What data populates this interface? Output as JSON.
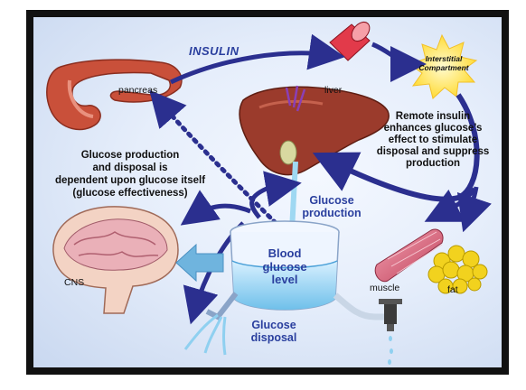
{
  "labels": {
    "insulin": "INSULIN",
    "pancreas": "pancreas",
    "liver": "liver",
    "interstitial_line1": "Interstitial",
    "interstitial_line2": "Compartment",
    "remote_line1": "Remote insulin",
    "remote_line2": "enhances glucose’s",
    "remote_line3": "effect to stimulate",
    "remote_line4": "disposal and suppress",
    "remote_line5": "production",
    "gp_line1": "Glucose production",
    "gp_line2": "and disposal is",
    "gp_line3": "dependent upon glucose itself",
    "gp_line4": "(glucose effectiveness)",
    "production_line1": "Glucose",
    "production_line2": "production",
    "blood_line1": "Blood",
    "blood_line2": "glucose",
    "blood_line3": "level",
    "disposal_line1": "Glucose",
    "disposal_line2": "disposal",
    "cns": "CNS",
    "muscle": "muscle",
    "fat": "fat"
  },
  "colors": {
    "arrow": "#2b2f8f",
    "liver": "#9b3b2c",
    "pancreas": "#c9503a",
    "water": "#8fd0f0",
    "star": "#ffe45a"
  }
}
